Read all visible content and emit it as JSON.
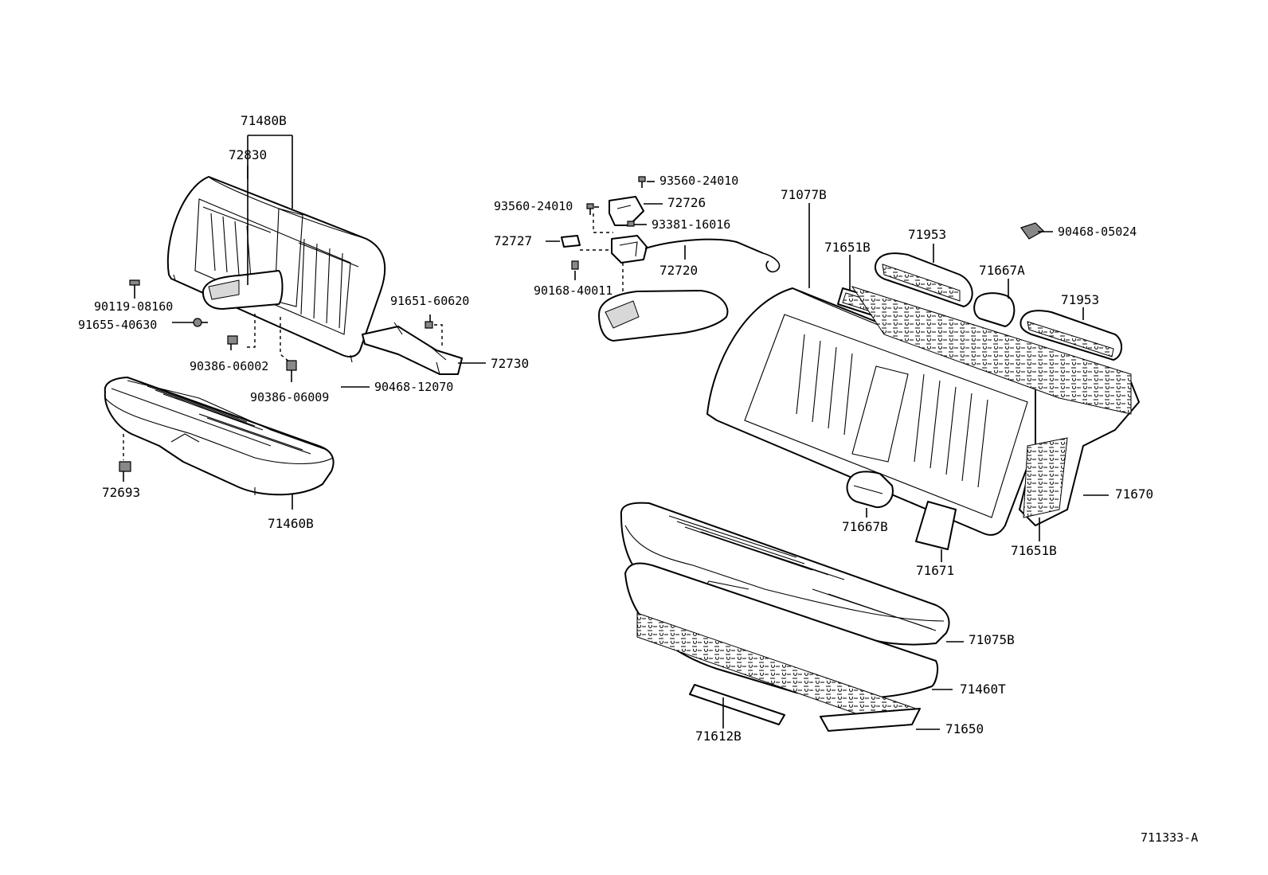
{
  "diagram_id": "711333-A",
  "labels": {
    "l71480B": "71480B",
    "l72830": "72830",
    "l90119_08160": "90119-08160",
    "l91655_40630": "91655-40630",
    "l90386_06002": "90386-06002",
    "l90386_06009": "90386-06009",
    "l90468_12070": "90468-12070",
    "l91651_60620": "91651-60620",
    "l72730": "72730",
    "l72693": "72693",
    "l71460B": "71460B",
    "l93560_24010_top": "93560-24010",
    "l93560_24010_left": "93560-24010",
    "l72726": "72726",
    "l93381_16016": "93381-16016",
    "l72727": "72727",
    "l72720": "72720",
    "l90168_40011": "90168-40011",
    "l71077B": "71077B",
    "l71651B_top": "71651B",
    "l71953_a": "71953",
    "l71667A": "71667A",
    "l90468_05024": "90468-05024",
    "l71953_b": "71953",
    "l71670": "71670",
    "l71667B": "71667B",
    "l71671": "71671",
    "l71651B_bottom": "71651B",
    "l71075B": "71075B",
    "l71460T": "71460T",
    "l71650": "71650",
    "l71612B": "71612B"
  }
}
